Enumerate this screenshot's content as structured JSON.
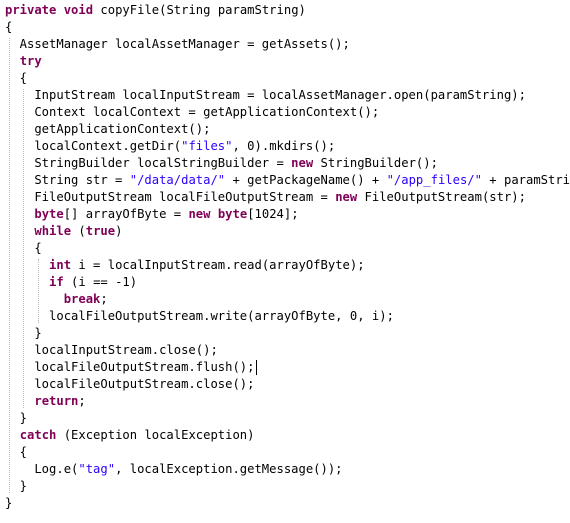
{
  "editor": {
    "lines": [
      [
        [
          "kw",
          "private"
        ],
        [
          "plain",
          " "
        ],
        [
          "kw",
          "void"
        ],
        [
          "plain",
          " copyFile(String paramString)"
        ]
      ],
      [
        [
          "plain",
          "{"
        ]
      ],
      [
        [
          "plain",
          "  AssetManager localAssetManager = getAssets();"
        ]
      ],
      [
        [
          "plain",
          "  "
        ],
        [
          "kw",
          "try"
        ]
      ],
      [
        [
          "plain",
          "  {"
        ]
      ],
      [
        [
          "plain",
          "    InputStream localInputStream = localAssetManager.open(paramString);"
        ]
      ],
      [
        [
          "plain",
          "    Context localContext = getApplicationContext();"
        ]
      ],
      [
        [
          "plain",
          "    getApplicationContext();"
        ]
      ],
      [
        [
          "plain",
          "    localContext.getDir("
        ],
        [
          "str",
          "\"files\""
        ],
        [
          "plain",
          ", "
        ],
        [
          "num",
          "0"
        ],
        [
          "plain",
          ").mkdirs();"
        ]
      ],
      [
        [
          "plain",
          "    StringBuilder localStringBuilder = "
        ],
        [
          "kw",
          "new"
        ],
        [
          "plain",
          " StringBuilder();"
        ]
      ],
      [
        [
          "plain",
          "    String str = "
        ],
        [
          "str",
          "\"/data/data/\""
        ],
        [
          "plain",
          " + getPackageName() + "
        ],
        [
          "str",
          "\"/app_files/\""
        ],
        [
          "plain",
          " + paramString;"
        ]
      ],
      [
        [
          "plain",
          "    FileOutputStream localFileOutputStream = "
        ],
        [
          "kw",
          "new"
        ],
        [
          "plain",
          " FileOutputStream(str);"
        ]
      ],
      [
        [
          "plain",
          "    "
        ],
        [
          "kw",
          "byte"
        ],
        [
          "plain",
          "[] arrayOfByte = "
        ],
        [
          "kw",
          "new"
        ],
        [
          "plain",
          " "
        ],
        [
          "kw",
          "byte"
        ],
        [
          "plain",
          "["
        ],
        [
          "num",
          "1024"
        ],
        [
          "plain",
          "];"
        ]
      ],
      [
        [
          "plain",
          "    "
        ],
        [
          "kw",
          "while"
        ],
        [
          "plain",
          " ("
        ],
        [
          "kw",
          "true"
        ],
        [
          "plain",
          ")"
        ]
      ],
      [
        [
          "plain",
          "    {"
        ]
      ],
      [
        [
          "plain",
          "      "
        ],
        [
          "kw",
          "int"
        ],
        [
          "plain",
          " i = localInputStream.read(arrayOfByte);"
        ]
      ],
      [
        [
          "plain",
          "      "
        ],
        [
          "kw",
          "if"
        ],
        [
          "plain",
          " (i == "
        ],
        [
          "num",
          "-1"
        ],
        [
          "plain",
          ")"
        ]
      ],
      [
        [
          "plain",
          "        "
        ],
        [
          "kw",
          "break"
        ],
        [
          "plain",
          ";"
        ]
      ],
      [
        [
          "plain",
          "      localFileOutputStream.write(arrayOfByte, "
        ],
        [
          "num",
          "0"
        ],
        [
          "plain",
          ", i);"
        ]
      ],
      [
        [
          "plain",
          "    }"
        ]
      ],
      [
        [
          "plain",
          "    localInputStream.close();"
        ]
      ],
      [
        [
          "plain",
          "    localFileOutputStream.flush();"
        ]
      ],
      [
        [
          "plain",
          "    localFileOutputStream.close();"
        ]
      ],
      [
        [
          "plain",
          "    "
        ],
        [
          "kw",
          "return"
        ],
        [
          "plain",
          ";"
        ]
      ],
      [
        [
          "plain",
          "  }"
        ]
      ],
      [
        [
          "plain",
          "  "
        ],
        [
          "kw",
          "catch"
        ],
        [
          "plain",
          " (Exception localException)"
        ]
      ],
      [
        [
          "plain",
          "  {"
        ]
      ],
      [
        [
          "plain",
          "    Log.e("
        ],
        [
          "str",
          "\"tag\""
        ],
        [
          "plain",
          ", localException.getMessage());"
        ]
      ],
      [
        [
          "plain",
          "  }"
        ]
      ],
      [
        [
          "plain",
          "}"
        ]
      ]
    ],
    "colors": {
      "keyword": "#7f0055",
      "string": "#2a00ff",
      "text": "#000000",
      "background": "#ffffff",
      "guide": "#b9b9b9"
    }
  }
}
